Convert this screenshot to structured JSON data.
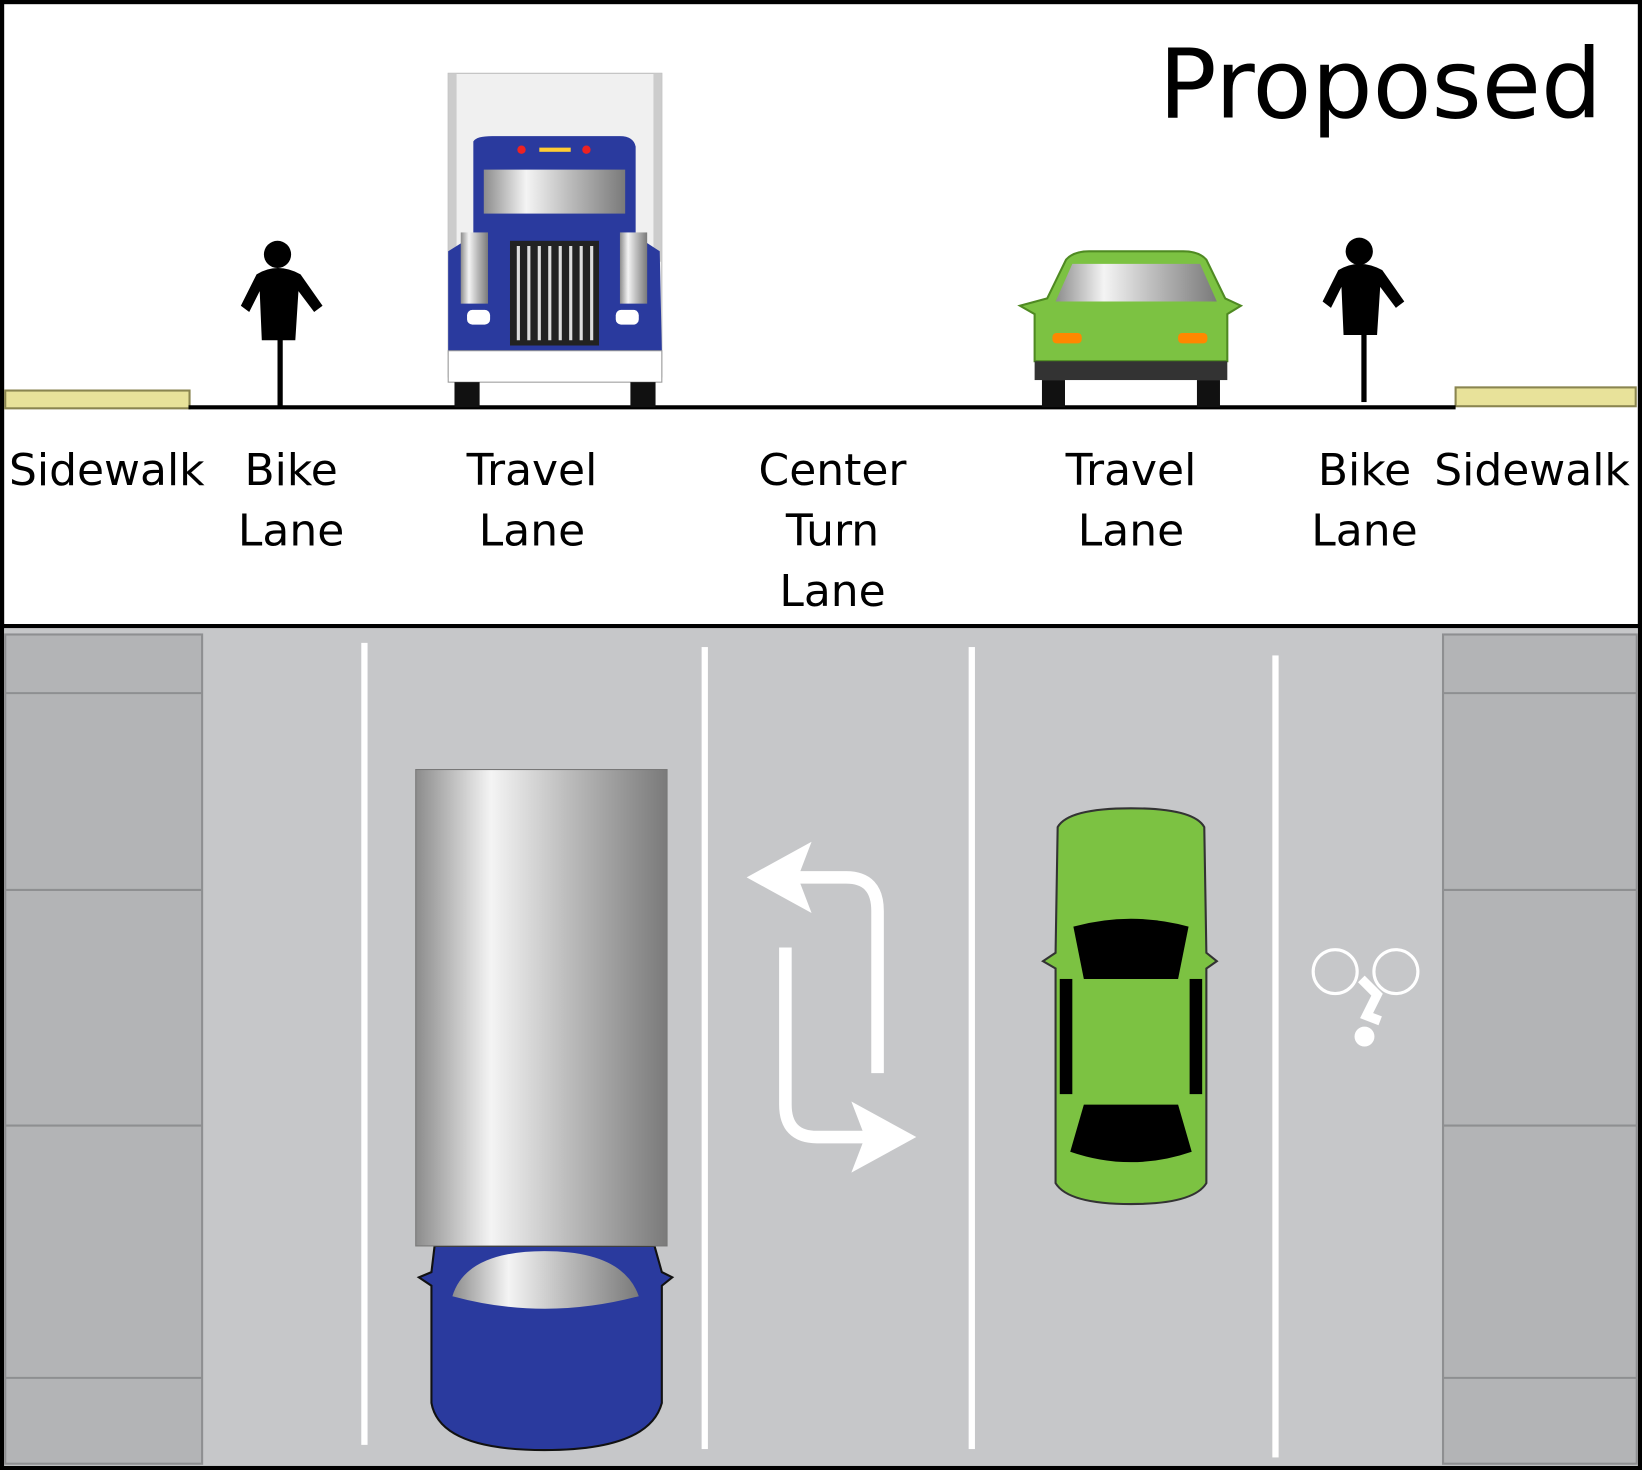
{
  "title": "Proposed",
  "lanes": [
    {
      "lines": [
        "Sidewalk"
      ]
    },
    {
      "lines": [
        "Bike",
        "Lane"
      ]
    },
    {
      "lines": [
        "Travel",
        "Lane"
      ]
    },
    {
      "lines": [
        "Center",
        "Turn",
        "Lane"
      ]
    },
    {
      "lines": [
        "Travel",
        "Lane"
      ]
    },
    {
      "lines": [
        "Bike",
        "Lane"
      ]
    },
    {
      "lines": [
        "Sidewalk"
      ]
    }
  ],
  "colors": {
    "road": "#c6c7c9",
    "sidewalk_plan": "#b3b4b6",
    "sidewalk_section": "#e8e29a",
    "truck": "#2a3a9e",
    "car": "#7cc242",
    "marking": "#ffffff"
  }
}
